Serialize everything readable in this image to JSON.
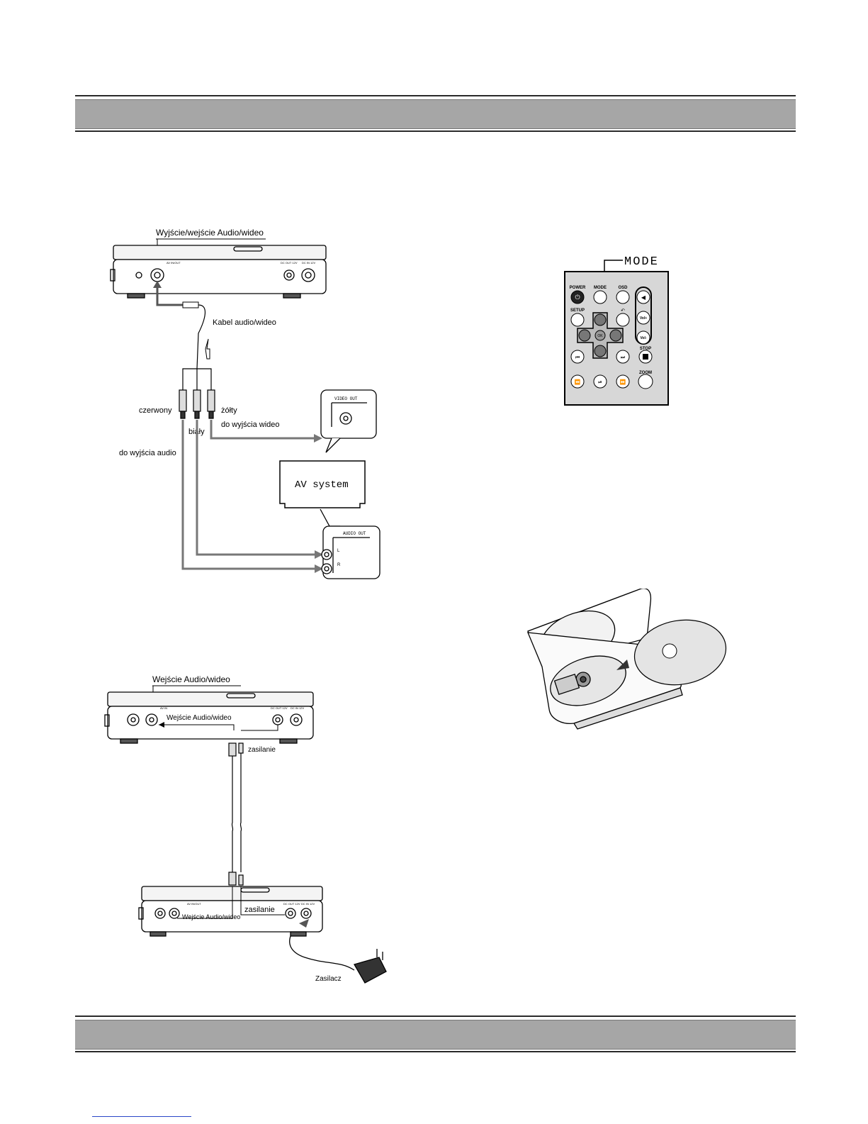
{
  "figure_av_output": {
    "title": "Wyjście/wejście Audio/wideo",
    "cable_label": "Kabel audio/wideo",
    "red_label": "czerwony",
    "yellow_label": "żółty",
    "white_label": "biały",
    "video_dest": "do wyjścia wideo",
    "audio_dest": "do wyjścia audio",
    "video_out_label": "VIDEO OUT",
    "av_system_label": "AV system",
    "audio_out_label": "AUDIO OUT",
    "left_label": "L",
    "right_label": "R",
    "jack_av": "AV IN/OUT",
    "jack_dc_out": "DC OUT 12V",
    "jack_dc_in": "DC IN 12V"
  },
  "figure_av_input": {
    "title": "Wejście Audio/wideo",
    "av_arrow_label": "Wejście Audio/wideo",
    "power_label_top": "zasilanie",
    "av_label_bottom": "Wejście Audio/wideo",
    "power_label_bottom": "zasilanie",
    "adapter_label": "Zasilacz",
    "jack_av_in": "AV IN",
    "jack_av": "AV IN/OUT",
    "jack_dc_out": "DC OUT 12V",
    "jack_dc_in": "DC IN 12V"
  },
  "figure_remote": {
    "callout": "MODE",
    "buttons": {
      "power": "POWER",
      "mode": "MODE",
      "osd": "OSD",
      "setup": "SETUP",
      "stop": "STOP",
      "zoom": "ZOOM",
      "ok": "OK",
      "vol_up": "Vol+",
      "vol_down": "Vol-"
    }
  }
}
